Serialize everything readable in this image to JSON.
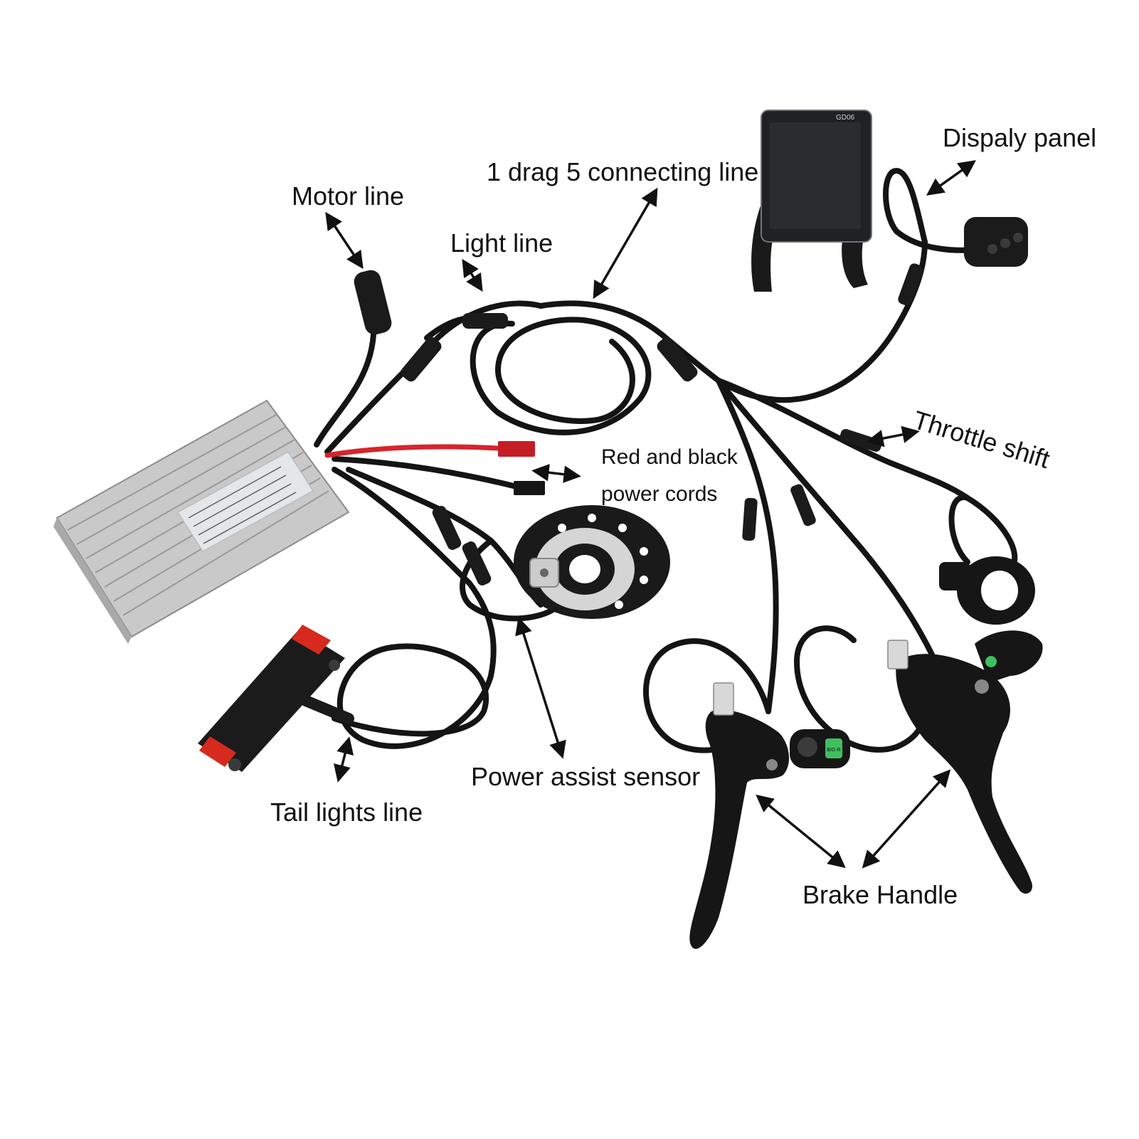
{
  "labels": {
    "motor_line": "Motor line",
    "light_line": "Light line",
    "connecting_line": "1 drag 5 connecting line",
    "display_panel": "Dispaly panel",
    "throttle_shift": "Throttle shift",
    "power_cords_line1": "Red and black",
    "power_cords_line2": "power cords",
    "power_assist_sensor": "Power assist sensor",
    "tail_lights_line": "Tail lights line",
    "brake_handle": "Brake Handle"
  },
  "printed": {
    "display_model": "GD06",
    "brake_switch_badge": "BIG-R"
  },
  "colors": {
    "cable": "#141414",
    "controller_body": "#c9c9c9",
    "controller_fin": "#9a9a9a",
    "controller_sticker": "#e3e7ea",
    "red_cable": "#d8242c",
    "red_connector": "#c41e24",
    "screen": "#2a2d30",
    "tail_light_red": "#d62a1e",
    "green_badge": "#3fbf5f"
  }
}
